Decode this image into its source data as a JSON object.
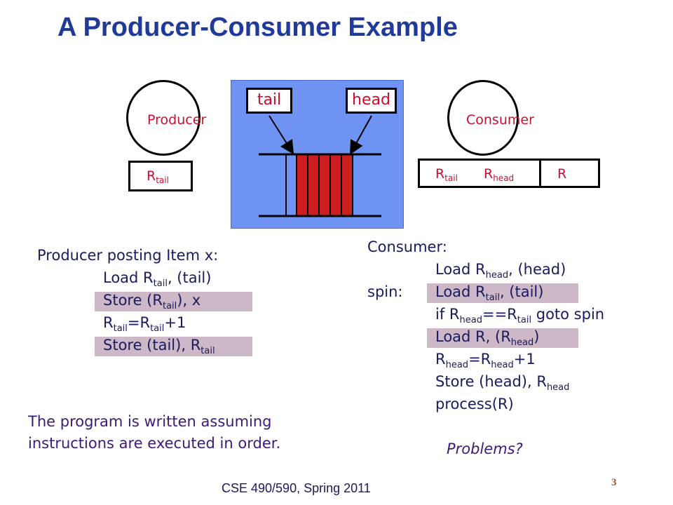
{
  "title": "A Producer-Consumer Example",
  "diagram": {
    "producer_label": "Producer",
    "consumer_label": "Consumer",
    "tail_pointer": "tail",
    "head_pointer": "head",
    "producer_register": {
      "base": "R",
      "sub": "tail"
    },
    "consumer_registers": [
      {
        "base": "R",
        "sub": "tail"
      },
      {
        "base": "R",
        "sub": "head"
      },
      {
        "base": "R",
        "sub": ""
      }
    ]
  },
  "producer_code": {
    "heading": "Producer posting Item x:",
    "lines": [
      {
        "parts": [
          {
            "t": "Load R"
          },
          {
            "s": "tail"
          },
          {
            "t": ", (tail)"
          }
        ],
        "highlight": false
      },
      {
        "parts": [
          {
            "t": "Store (R"
          },
          {
            "s": "tail"
          },
          {
            "t": "), x"
          }
        ],
        "highlight": true
      },
      {
        "parts": [
          {
            "t": "R"
          },
          {
            "s": "tail"
          },
          {
            "t": "=R"
          },
          {
            "s": "tail"
          },
          {
            "t": "+1"
          }
        ],
        "highlight": false
      },
      {
        "parts": [
          {
            "t": "Store (tail), R"
          },
          {
            "s": "tail"
          }
        ],
        "highlight": true
      }
    ]
  },
  "consumer_code": {
    "heading": "Consumer:",
    "spin_label": "spin:",
    "lines": [
      {
        "parts": [
          {
            "t": "Load R"
          },
          {
            "s": "head"
          },
          {
            "t": ", (head)"
          }
        ],
        "highlight": false
      },
      {
        "parts": [
          {
            "t": "Load R"
          },
          {
            "s": "tail"
          },
          {
            "t": ", (tail)"
          }
        ],
        "highlight": true
      },
      {
        "parts": [
          {
            "t": "if R"
          },
          {
            "s": "head"
          },
          {
            "t": "==R"
          },
          {
            "s": "tail"
          },
          {
            "t": " goto spin"
          }
        ],
        "highlight": false
      },
      {
        "parts": [
          {
            "t": "Load R, (R"
          },
          {
            "s": "head"
          },
          {
            "t": ")"
          }
        ],
        "highlight": true
      },
      {
        "parts": [
          {
            "t": "R"
          },
          {
            "s": "head"
          },
          {
            "t": "=R"
          },
          {
            "s": "head"
          },
          {
            "t": "+1"
          }
        ],
        "highlight": false
      },
      {
        "parts": [
          {
            "t": "Store (head), R"
          },
          {
            "s": "head"
          }
        ],
        "highlight": false
      },
      {
        "parts": [
          {
            "t": "process(R)"
          }
        ],
        "highlight": false
      }
    ]
  },
  "note_line1": "The program is written assuming",
  "note_line2": "instructions are executed in order.",
  "problems": "Problems?",
  "footer": "CSE 490/590, Spring 2011",
  "page_number": "3",
  "colors": {
    "buffer_blue": "#6e93f3",
    "queue_red": "#cc1f1f",
    "highlight": "#ccb8c6",
    "label_red": "#c8102e"
  }
}
